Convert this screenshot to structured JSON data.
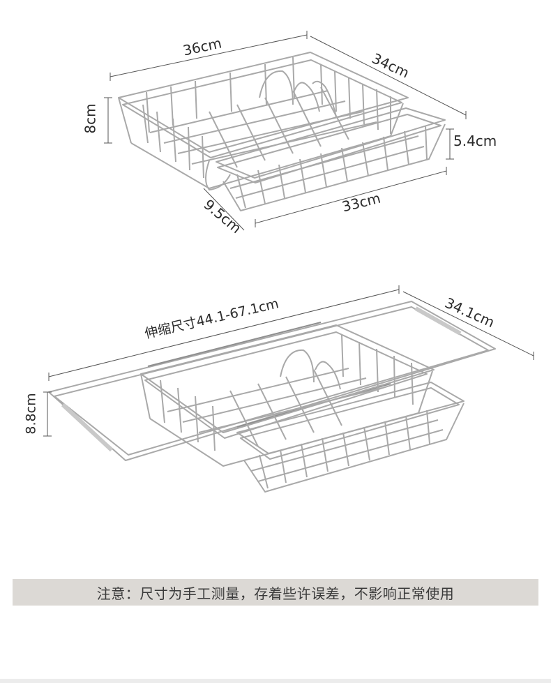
{
  "top_product": {
    "width_label": "36cm",
    "depth_label": "34cm",
    "height_label": "8cm",
    "tray_height_label": "5.4cm",
    "tray_depth_label": "9.5cm",
    "tray_width_label": "33cm"
  },
  "bottom_product": {
    "extension_label": "伸缩尺寸44.1-67.1cm",
    "depth_label": "34.1cm",
    "height_label": "8.8cm"
  },
  "note": {
    "text": "注意：尺寸为手工测量，存着些许误差，不影响正常使用"
  },
  "colors": {
    "wire": "#a9a9a9",
    "dimension_line": "#555555",
    "note_background": "#dcd9d5"
  }
}
